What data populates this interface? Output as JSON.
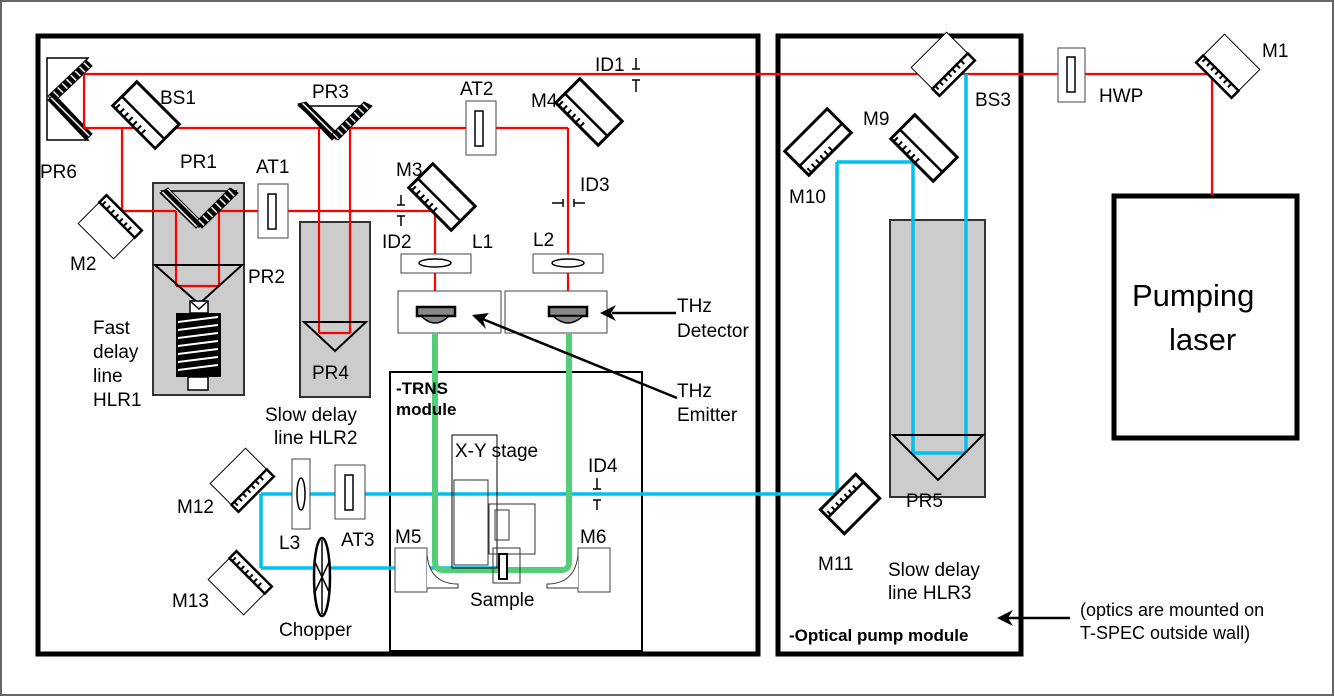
{
  "diagram": {
    "title": "THz time-domain spectrometer optical layout",
    "colors": {
      "red_beam": "#ff0000",
      "blue_beam": "#00c0f0",
      "green_thz_beam": "#55cc77",
      "delay_stage_fill": "#cccccc"
    },
    "labels": {
      "pr6": "PR6",
      "bs1": "BS1",
      "pr3": "PR3",
      "at2": "AT2",
      "m4": "M4",
      "id1": "ID1",
      "pr1": "PR1",
      "at1": "AT1",
      "m3": "M3",
      "id3": "ID3",
      "m2": "M2",
      "id2": "ID2",
      "l1": "L1",
      "l2": "L2",
      "pr2": "PR2",
      "pr4": "PR4",
      "fast_delay_1": "Fast",
      "fast_delay_2": "delay",
      "fast_delay_3": "line",
      "fast_delay_4": "HLR1",
      "slow_delay2_1": "Slow delay",
      "slow_delay2_2": "line HLR2",
      "thz_detector_1": "THz",
      "thz_detector_2": "Detector",
      "thz_emitter_1": "THz",
      "thz_emitter_2": "Emitter",
      "trns_module_1": "-TRNS",
      "trns_module_2": "module",
      "xy_stage": "X-Y stage",
      "id4": "ID4",
      "m5": "M5",
      "m6": "M6",
      "sample": "Sample",
      "m12": "M12",
      "m13": "M13",
      "l3": "L3",
      "at3": "AT3",
      "chopper": "Chopper",
      "bs3": "BS3",
      "m9": "M9",
      "m10": "M10",
      "m11": "M11",
      "pr5": "PR5",
      "slow_delay3_1": "Slow delay",
      "slow_delay3_2": "line HLR3",
      "optical_pump_module": "-Optical pump module",
      "hwp": "HWP",
      "m1": "M1",
      "pumping_laser_1": "Pumping",
      "pumping_laser_2": "laser",
      "note_1": "(optics are mounted on",
      "note_2": "T-SPEC outside wall)"
    }
  }
}
